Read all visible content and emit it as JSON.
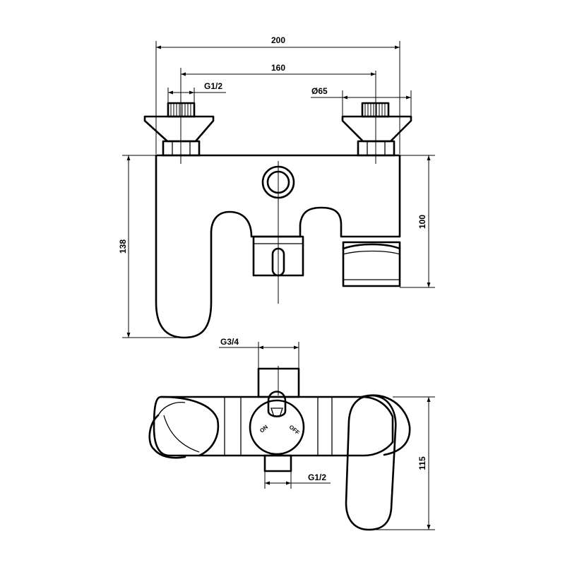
{
  "dimensions": {
    "overall_width": "200",
    "inlet_centers": "160",
    "inlet_thread": "G1/2",
    "flange_diameter": "Ø65",
    "overall_height": "138",
    "body_height": "100",
    "shower_outlet": "G3/4",
    "bath_outlet": "G1/2",
    "depth": "115"
  },
  "diverter_marks": {
    "left": "ON",
    "right": "OFF"
  }
}
